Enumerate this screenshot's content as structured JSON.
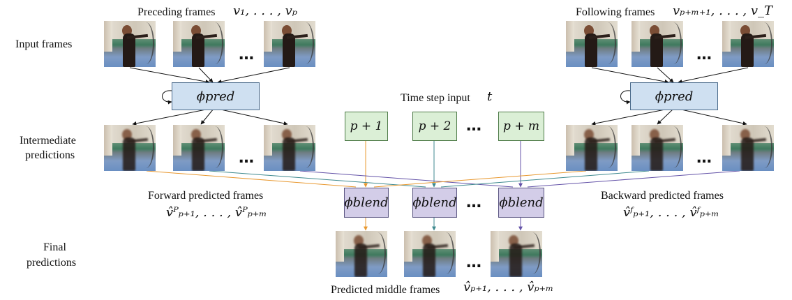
{
  "labels": {
    "preceding": "Preceding frames",
    "preceding_math": "v₁, . . . , vₚ",
    "following": "Following frames",
    "following_math": "vₚ₊ₘ₊₁, . . . , v_T",
    "input_frames": "Input frames",
    "intermediate_line1": "Intermediate",
    "intermediate_line2": "predictions",
    "time_step": "Time step input",
    "time_step_math": "t",
    "forward": "Forward predicted frames",
    "forward_math": "v̂ᴾₚ₊₁, . . . , v̂ᴾₚ₊ₘ",
    "backward": "Backward predicted frames",
    "backward_math": "v̂ᶠₚ₊₁, . . . , v̂ᶠₚ₊ₘ",
    "final_line1": "Final",
    "final_line2": "predictions",
    "predicted_middle": "Predicted middle frames",
    "predicted_middle_math": "v̂ₚ₊₁, . . . , v̂ₚ₊ₘ"
  },
  "boxes": {
    "pred_left": "ϕpred",
    "pred_right": "ϕpred",
    "step_1": "p + 1",
    "step_2": "p + 2",
    "step_m": "p + m",
    "blend_1": "ϕblend",
    "blend_2": "ϕblend",
    "blend_m": "ϕblend"
  },
  "ellipsis": "…",
  "colors": {
    "pred_box": "#cfe0f1",
    "step_box": "#dbefd6",
    "blend_box": "#d3cde8",
    "line_orange": "#e8982f",
    "line_teal": "#3f8a8f",
    "line_purple": "#6453a8"
  }
}
